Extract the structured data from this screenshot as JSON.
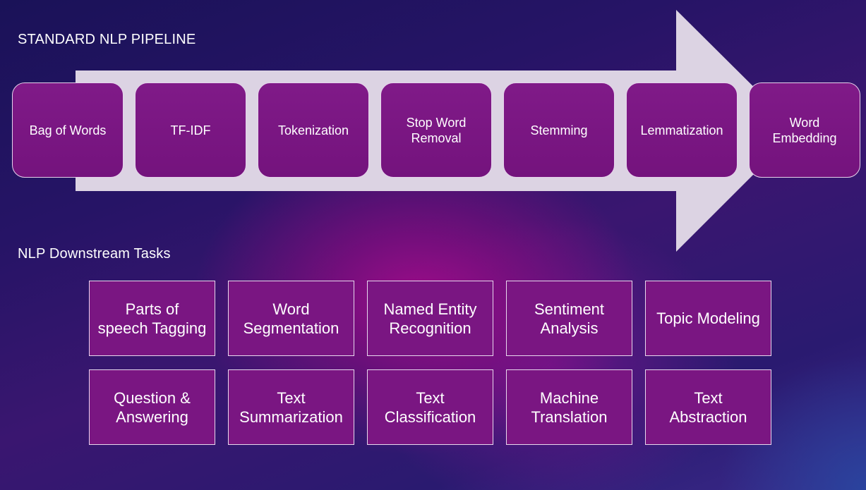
{
  "pipeline": {
    "title": "STANDARD NLP PIPELINE",
    "steps": [
      "Bag of Words",
      "TF-IDF",
      "Tokenization",
      "Stop Word\nRemoval",
      "Stemming",
      "Lemmatization",
      "Word\nEmbedding"
    ]
  },
  "tasks": {
    "title": "NLP Downstream Tasks",
    "items": [
      "Parts of\nspeech Tagging",
      "Word\nSegmentation",
      "Named Entity\nRecognition",
      "Sentiment\nAnalysis",
      "Topic Modeling",
      "Question &\nAnswering",
      "Text\nSummarization",
      "Text\nClassification",
      "Machine\nTranslation",
      "Text\nAbstraction"
    ]
  },
  "colors": {
    "arrow": "#dcd3e3",
    "box_fill": "#7a1682",
    "box_border": "#e6d2ec"
  }
}
